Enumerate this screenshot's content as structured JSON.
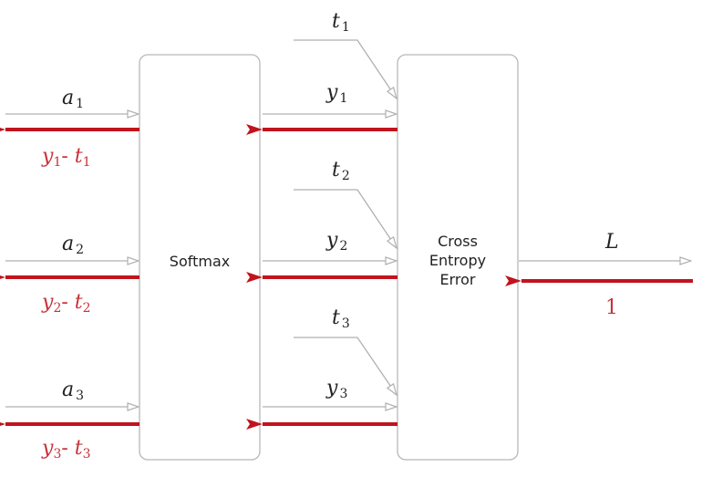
{
  "colors": {
    "forward": "#b0b0b0",
    "backward": "#c0141e",
    "backward_label": "#c8323a",
    "box_border": "#b8b8b8"
  },
  "nodes": {
    "softmax": {
      "label": "Softmax"
    },
    "cross_entropy": {
      "label_lines": [
        "Cross",
        "Entropy",
        "Error"
      ]
    }
  },
  "inputs": [
    {
      "var": "a",
      "sub": "1",
      "grad_var1": "y",
      "grad_sub1": "1",
      "grad_op": "- ",
      "grad_var2": "t",
      "grad_sub2": "1"
    },
    {
      "var": "a",
      "sub": "2",
      "grad_var1": "y",
      "grad_sub1": "2",
      "grad_op": "- ",
      "grad_var2": "t",
      "grad_sub2": "2"
    },
    {
      "var": "a",
      "sub": "3",
      "grad_var1": "y",
      "grad_sub1": "3",
      "grad_op": "- ",
      "grad_var2": "t",
      "grad_sub2": "3"
    }
  ],
  "mids": [
    {
      "y_var": "y",
      "y_sub": "1",
      "t_var": "t",
      "t_sub": "1"
    },
    {
      "y_var": "y",
      "y_sub": "2",
      "t_var": "t",
      "t_sub": "2"
    },
    {
      "y_var": "y",
      "y_sub": "3",
      "t_var": "t",
      "t_sub": "3"
    }
  ],
  "output": {
    "var": "L",
    "grad": "1"
  }
}
